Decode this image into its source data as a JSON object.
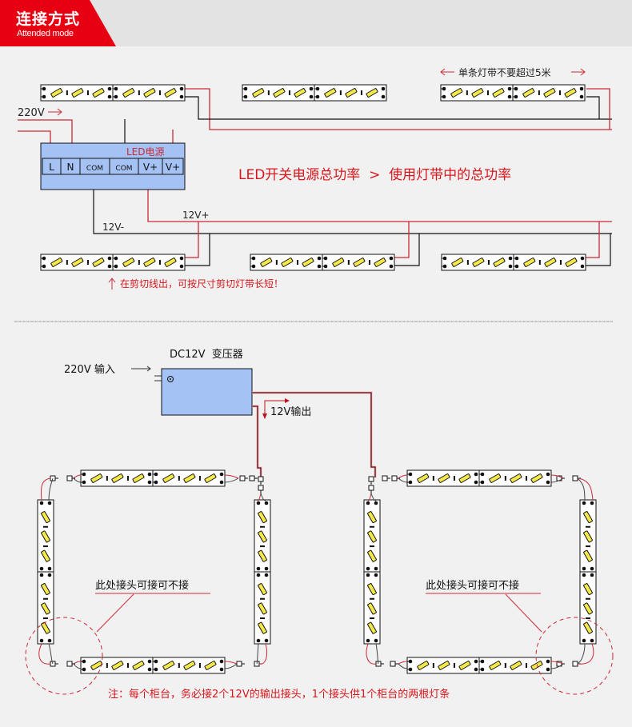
{
  "header": {
    "title": "连接方式",
    "subtitle": "Attended mode",
    "accent_color": "#e60012"
  },
  "section1": {
    "input_label": "220V",
    "psu_label": "LED电源",
    "terminals": [
      "L",
      "N",
      "COM",
      "COM",
      "V+",
      "V+"
    ],
    "rule_text": "LED开关电源总功率  >  使用灯带中的总功率",
    "max_length_note": "单条灯带不要超过5米",
    "neg_label": "12V-",
    "pos_label": "12V+",
    "cut_note": "在剪切线出，可按尺寸剪切灯带长短！"
  },
  "section2": {
    "transformer_label": "DC12V  变压器",
    "input_label": "220V 输入",
    "output_label": "12V输出",
    "callout_left": "此处接头可接可不接",
    "callout_right": "此处接头可接可不接",
    "footnote": "注：每个柜台，务必接2个12V的输出接头，1个接头供1个柜台的两根灯条"
  },
  "colors": {
    "wire_positive": "#cc2a36",
    "wire_negative": "#111111",
    "psu_fill": "#a4c2f4",
    "led_chip": "#f4e84a",
    "text_red": "#d9161c"
  }
}
